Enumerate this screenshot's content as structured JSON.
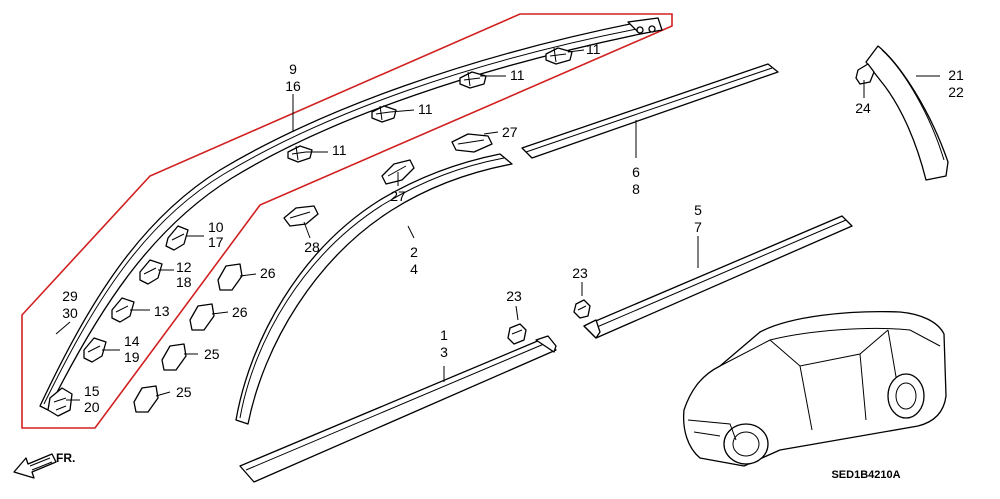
{
  "diagram": {
    "code": "SED1B4210A",
    "direction_label": "FR.",
    "colors": {
      "group_outline": "#d22020",
      "ink": "#000000"
    },
    "callouts": [
      {
        "id": "c9",
        "text": "9"
      },
      {
        "id": "c16",
        "text": "16"
      },
      {
        "id": "c11a",
        "text": "11"
      },
      {
        "id": "c11b",
        "text": "11"
      },
      {
        "id": "c11c",
        "text": "11"
      },
      {
        "id": "c11d",
        "text": "11"
      },
      {
        "id": "c27a",
        "text": "27"
      },
      {
        "id": "c27b",
        "text": "27"
      },
      {
        "id": "c28",
        "text": "28"
      },
      {
        "id": "c10",
        "text": "10"
      },
      {
        "id": "c17",
        "text": "17"
      },
      {
        "id": "c12",
        "text": "12"
      },
      {
        "id": "c18",
        "text": "18"
      },
      {
        "id": "c13",
        "text": "13"
      },
      {
        "id": "c14",
        "text": "14"
      },
      {
        "id": "c19",
        "text": "19"
      },
      {
        "id": "c15",
        "text": "15"
      },
      {
        "id": "c20",
        "text": "20"
      },
      {
        "id": "c29",
        "text": "29"
      },
      {
        "id": "c30",
        "text": "30"
      },
      {
        "id": "c26a",
        "text": "26"
      },
      {
        "id": "c26b",
        "text": "26"
      },
      {
        "id": "c25a",
        "text": "25"
      },
      {
        "id": "c25b",
        "text": "25"
      },
      {
        "id": "c2",
        "text": "2"
      },
      {
        "id": "c4",
        "text": "4"
      },
      {
        "id": "c1",
        "text": "1"
      },
      {
        "id": "c3",
        "text": "3"
      },
      {
        "id": "c23a",
        "text": "23"
      },
      {
        "id": "c23b",
        "text": "23"
      },
      {
        "id": "c6",
        "text": "6"
      },
      {
        "id": "c8",
        "text": "8"
      },
      {
        "id": "c5",
        "text": "5"
      },
      {
        "id": "c7",
        "text": "7"
      },
      {
        "id": "c21",
        "text": "21"
      },
      {
        "id": "c22",
        "text": "22"
      },
      {
        "id": "c24",
        "text": "24"
      }
    ]
  }
}
